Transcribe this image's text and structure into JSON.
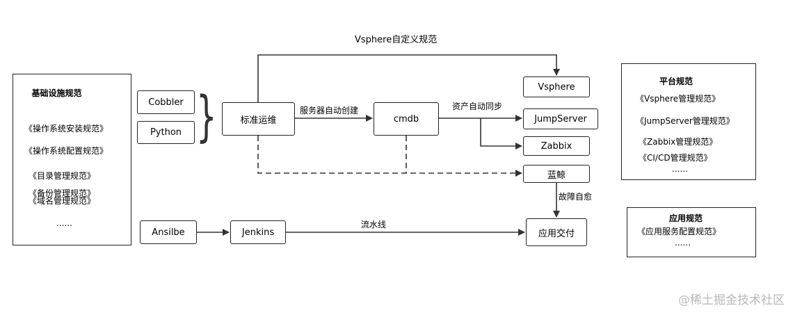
{
  "left_panel": {
    "title": "基础设施规范",
    "items": [
      "《操作系统安装规范》",
      "《操作系统配置规范》",
      "《目录管理规范》",
      "《备份管理规范》",
      "《域名管理规范》",
      "......"
    ]
  },
  "tools": {
    "cobbler": "Cobbler",
    "python": "Python",
    "ansible": "Ansilbe",
    "jenkins": "Jenkins"
  },
  "nodes": {
    "standard_ops": "标准运维",
    "cmdb": "cmdb",
    "vsphere": "Vsphere",
    "jumpserver": "JumpServer",
    "zabbix": "Zabbix",
    "lanjing": "蓝鲸",
    "app_delivery": "应用交付"
  },
  "edge_labels": {
    "vsphere_spec": "Vsphere自定义规范",
    "auto_create": "服务器自动创建",
    "asset_sync": "资产自动同步",
    "self_heal": "故障自愈",
    "pipeline": "流水线"
  },
  "platform_panel": {
    "title": "平台规范",
    "items": [
      "《Vsphere管理规范》",
      "《JumpServer管理规范》",
      "《Zabbix管理规范》",
      "《CI/CD管理规范》",
      "......"
    ]
  },
  "app_panel": {
    "title": "应用规范",
    "items": [
      "《应用服务配置规范》",
      "......"
    ]
  },
  "watermark": "@稀土掘金技术社区"
}
